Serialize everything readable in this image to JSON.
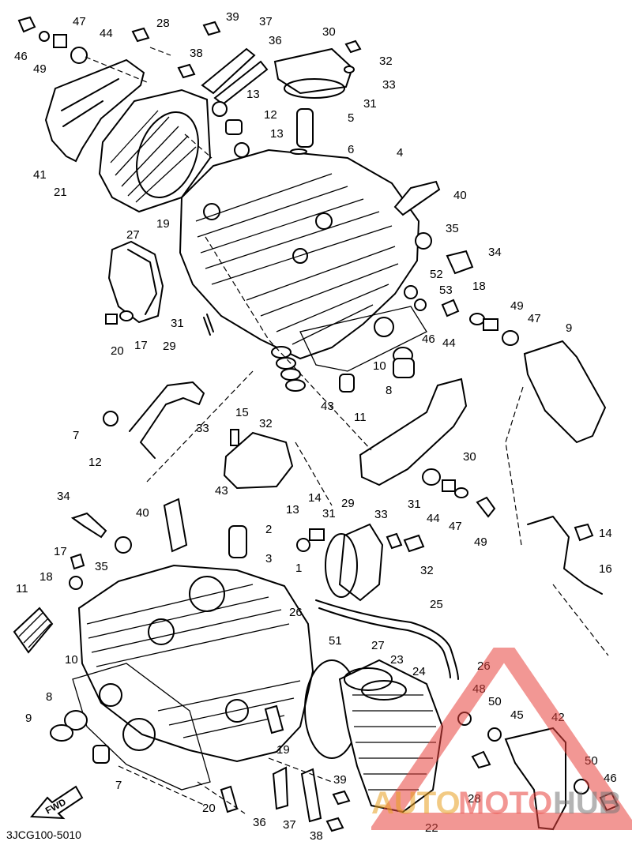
{
  "diagram_code": "3JCG100-5010",
  "fwd_arrow_label": "FWD",
  "watermark": {
    "part1": "AUTO",
    "part2": "MOTO",
    "part3": "HUB",
    "color": "#e8413c"
  },
  "upper_callouts": [
    "46",
    "47",
    "49",
    "44",
    "28",
    "39",
    "37",
    "36",
    "38",
    "30",
    "32",
    "33",
    "31",
    "13",
    "12",
    "13",
    "5",
    "6",
    "4",
    "41",
    "21",
    "19",
    "27",
    "40",
    "35",
    "34",
    "29",
    "31",
    "52",
    "53",
    "20",
    "17",
    "18",
    "49",
    "47",
    "44",
    "46",
    "10",
    "8",
    "9",
    "43",
    "11",
    "7",
    "12",
    "15",
    "32",
    "30",
    "33",
    "43",
    "31",
    "44",
    "47",
    "49",
    "46"
  ],
  "lower_callouts": [
    "34",
    "40",
    "35",
    "2",
    "3",
    "1",
    "13",
    "14",
    "31",
    "29",
    "33",
    "32",
    "17",
    "18",
    "11",
    "10",
    "26",
    "25",
    "14",
    "16",
    "8",
    "9",
    "7",
    "51",
    "27",
    "23",
    "24",
    "26",
    "48",
    "50",
    "45",
    "42",
    "19",
    "50",
    "46",
    "20",
    "36",
    "37",
    "39",
    "38",
    "28",
    "22"
  ]
}
